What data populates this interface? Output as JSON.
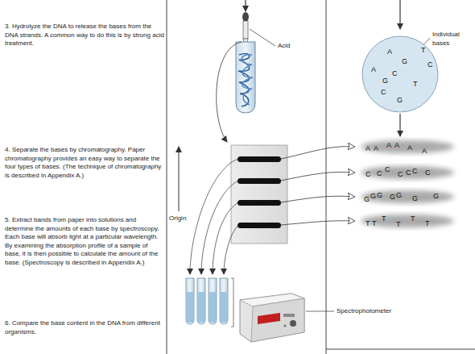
{
  "diagram": {
    "nodes": [
      {
        "text": [
          "A",
          "T",
          "G",
          "C",
          "A",
          "C",
          "G",
          "T",
          "C",
          "G"
        ]
      },
      {
        "text": [
          "A",
          "A",
          "A",
          "A",
          "A",
          "A"
        ]
      },
      {
        "text": [
          "C",
          "C",
          "C",
          "C",
          "C",
          "C",
          "C"
        ]
      },
      {
        "text": [
          "G",
          "G",
          "G",
          "G",
          "G",
          "G",
          "G"
        ]
      },
      {
        "text": [
          "T",
          "T",
          "T",
          "T",
          "T",
          "T"
        ]
      }
    ],
    "edges": [
      {
        "from": 0,
        "to": 1,
        "arrow": "to"
      }
    ],
    "labels": [
      "3. Hydrolyze the DNA to release the bases from the DNA strands. A common way to do this is by strong acid treatment.",
      "4. Separate the bases by chromatography. Paper chromatography provides an easy way to separate the four types of bases. (The technique of chromatography is described in Appendix A.)",
      "5. Extract bands from paper into solutions and determine the amounts of each base by spectroscopy. Each base will absorb light at a particular wavelength. By examining the absorption profile of a sample of base, it is then possible to calculate the amount of the base. (Spectroscopy is described in Appendix A.)",
      "6. Compare the base content in the DNA from different organisms.",
      "Acid",
      "Individual bases",
      "Origin",
      "Spectrophotometer"
    ]
  }
}
